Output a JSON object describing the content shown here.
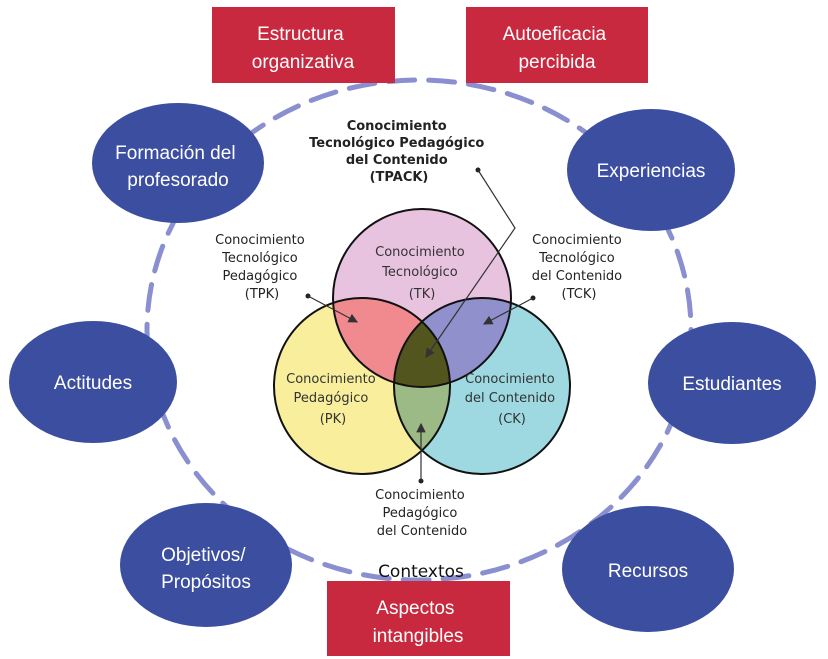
{
  "top_boxes": [
    {
      "lines": [
        "Estructura",
        "organizativa"
      ]
    },
    {
      "lines": [
        "Autoeficacia",
        "percibida"
      ]
    }
  ],
  "bottom_box": {
    "lines": [
      "Aspectos",
      "intangibles"
    ]
  },
  "context_label": "Contextos",
  "ovals": [
    {
      "lines": [
        "Formación del",
        "profesorado"
      ]
    },
    {
      "lines": [
        "Experiencias"
      ]
    },
    {
      "lines": [
        "Actitudes"
      ]
    },
    {
      "lines": [
        "Estudiantes"
      ]
    },
    {
      "lines": [
        "Objetivos/",
        "Propósitos"
      ]
    },
    {
      "lines": [
        "Recursos"
      ]
    }
  ],
  "venn": {
    "tk": {
      "lines": [
        "Conocimiento",
        "Tecnológico",
        "(TK)"
      ]
    },
    "pk": {
      "lines": [
        "Conocimiento",
        "Pedagógico",
        "(PK)"
      ]
    },
    "ck": {
      "lines": [
        "Conocimiento",
        "del Contenido",
        "(CK)"
      ]
    }
  },
  "callouts": {
    "tpack": {
      "lines": [
        "Conocimiento",
        "Tecnológico Pedagógico",
        "del Contenido",
        "(TPACK)"
      ]
    },
    "tpk": {
      "lines": [
        "Conocimiento",
        "Tecnológico",
        "Pedagógico",
        "(TPK)"
      ]
    },
    "tck": {
      "lines": [
        "Conocimiento",
        "Tecnológico",
        "del Contenido",
        "(TCK)"
      ]
    },
    "pck": {
      "lines": [
        "Conocimiento",
        "Pedagógico",
        "del Contenido"
      ]
    }
  },
  "colors": {
    "red_box": "#c8293f",
    "oval": "#3c4ea0",
    "dashed_ring": "#8a8fd0",
    "tk_fill": "#e8c3df",
    "pk_fill": "#f8ee9c",
    "ck_fill": "#9ed9e2",
    "tpk_fill": "#f08a8f",
    "tck_fill": "#9090cc",
    "pck_fill": "#9bba86",
    "tpack_fill": "#52561e"
  }
}
